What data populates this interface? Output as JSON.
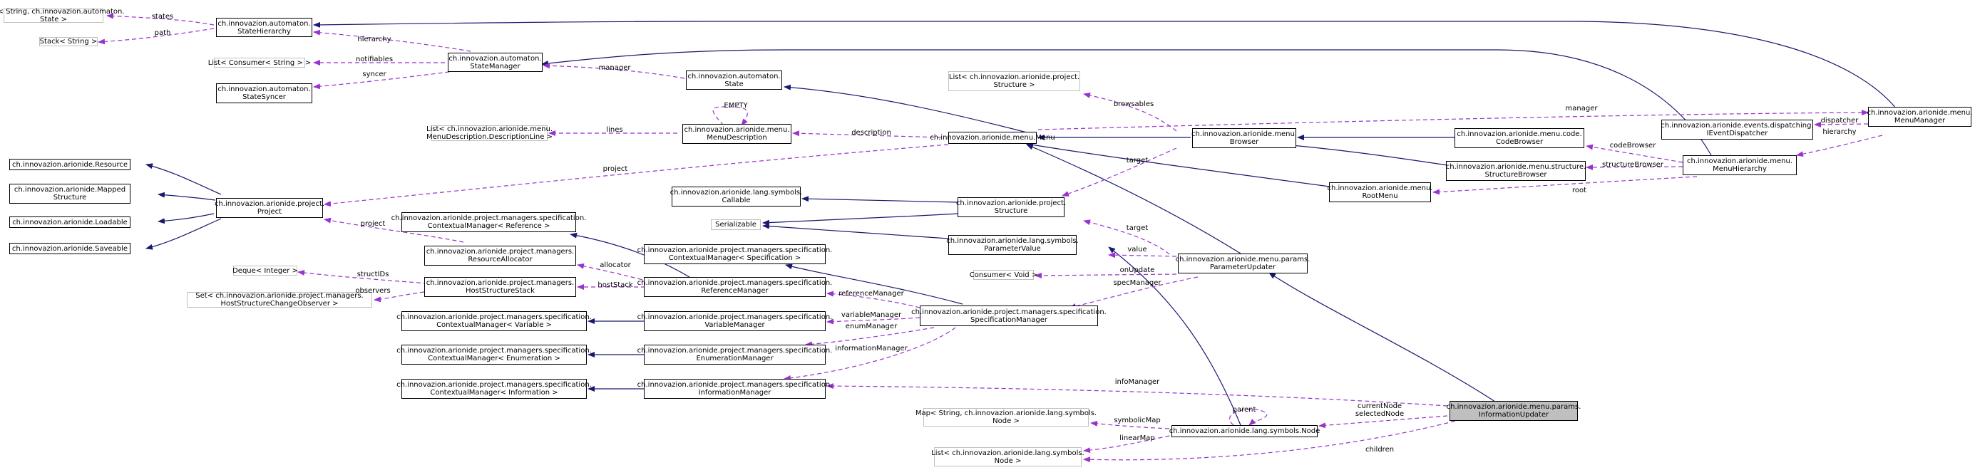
{
  "colors": {
    "inheritance": "#191970",
    "usage": "#9a32cd",
    "focus_fill": "#bfbfbf"
  },
  "nodes": {
    "n_map_state": {
      "lines": [
        "Map< String, ch.innovazion.automaton.",
        "State >"
      ]
    },
    "n_stack_string": {
      "lines": [
        "Stack< String >"
      ]
    },
    "n_statehierarchy": {
      "lines": [
        "ch.innovazion.automaton.",
        "StateHierarchy"
      ]
    },
    "n_list_consumer": {
      "lines": [
        "List< Consumer< String > >"
      ]
    },
    "n_statemanager": {
      "lines": [
        "ch.innovazion.automaton.",
        "StateManager"
      ]
    },
    "n_statesyncer": {
      "lines": [
        "ch.innovazion.automaton.",
        "StateSyncer"
      ]
    },
    "n_state": {
      "lines": [
        "ch.innovazion.automaton.",
        "State"
      ]
    },
    "n_menudesc": {
      "lines": [
        "ch.innovazion.arionide.menu.",
        "MenuDescription"
      ]
    },
    "n_list_descline": {
      "lines": [
        "List< ch.innovazion.arionide.menu.",
        "MenuDescription.DescriptionLine >"
      ]
    },
    "n_list_structure": {
      "lines": [
        "List< ch.innovazion.arionide.project.",
        "Structure >"
      ]
    },
    "n_menu": {
      "lines": [
        "ch.innovazion.arionide.menu.Menu"
      ]
    },
    "n_browser": {
      "lines": [
        "ch.innovazion.arionide.menu.",
        "Browser"
      ]
    },
    "n_codebrowser": {
      "lines": [
        "ch.innovazion.arionide.menu.code.",
        "CodeBrowser"
      ]
    },
    "n_structbrowser": {
      "lines": [
        "ch.innovazion.arionide.menu.structure.",
        "StructureBrowser"
      ]
    },
    "n_rootmenu": {
      "lines": [
        "ch.innovazion.arionide.menu.",
        "RootMenu"
      ]
    },
    "n_ieventdispatcher": {
      "lines": [
        "ch.innovazion.arionide.events.dispatching.",
        "IEventDispatcher"
      ]
    },
    "n_menumanager": {
      "lines": [
        "ch.innovazion.arionide.menu.",
        "MenuManager"
      ]
    },
    "n_menuhierarchy": {
      "lines": [
        "ch.innovazion.arionide.menu.",
        "MenuHierarchy"
      ]
    },
    "n_resource": {
      "lines": [
        "ch.innovazion.arionide.Resource"
      ]
    },
    "n_mapped": {
      "lines": [
        "ch.innovazion.arionide.Mapped",
        "Structure"
      ]
    },
    "n_loadable": {
      "lines": [
        "ch.innovazion.arionide.Loadable"
      ]
    },
    "n_saveable": {
      "lines": [
        "ch.innovazion.arionide.Saveable"
      ]
    },
    "n_project": {
      "lines": [
        "ch.innovazion.arionide.project.",
        "Project"
      ]
    },
    "n_callable": {
      "lines": [
        "ch.innovazion.arionide.lang.symbols.",
        "Callable"
      ]
    },
    "n_serializable": {
      "lines": [
        "Serializable"
      ]
    },
    "n_structure": {
      "lines": [
        "ch.innovazion.arionide.project.",
        "Structure"
      ]
    },
    "n_cm_reference": {
      "lines": [
        "ch.innovazion.arionide.project.managers.specification.",
        "ContextualManager< Reference >"
      ]
    },
    "n_resourceallocator": {
      "lines": [
        "ch.innovazion.arionide.project.managers.",
        "ResourceAllocator"
      ]
    },
    "n_cm_specification": {
      "lines": [
        "ch.innovazion.arionide.project.managers.specification.",
        "ContextualManager< Specification >"
      ]
    },
    "n_parametervalue": {
      "lines": [
        "ch.innovazion.arionide.lang.symbols.",
        "ParameterValue"
      ]
    },
    "n_parameterupdater": {
      "lines": [
        "ch.innovazion.arionide.menu.params.",
        "ParameterUpdater"
      ]
    },
    "n_deque_integer": {
      "lines": [
        "Deque< Integer >"
      ]
    },
    "n_consumer_void": {
      "lines": [
        "Consumer< Void >"
      ]
    },
    "n_hoststructurestack": {
      "lines": [
        "ch.innovazion.arionide.project.managers.",
        "HostStructureStack"
      ]
    },
    "n_referencemanager": {
      "lines": [
        "ch.innovazion.arionide.project.managers.specification.",
        "ReferenceManager"
      ]
    },
    "n_set_observer": {
      "lines": [
        "Set< ch.innovazion.arionide.project.managers.",
        "HostStructureChangeObserver >"
      ]
    },
    "n_specificationmanager": {
      "lines": [
        "ch.innovazion.arionide.project.managers.specification.",
        "SpecificationManager"
      ]
    },
    "n_cm_variable": {
      "lines": [
        "ch.innovazion.arionide.project.managers.specification.",
        "ContextualManager< Variable >"
      ]
    },
    "n_variablemanager": {
      "lines": [
        "ch.innovazion.arionide.project.managers.specification.",
        "VariableManager"
      ]
    },
    "n_cm_enumeration": {
      "lines": [
        "ch.innovazion.arionide.project.managers.specification.",
        "ContextualManager< Enumeration >"
      ]
    },
    "n_enumerationmanager": {
      "lines": [
        "ch.innovazion.arionide.project.managers.specification.",
        "EnumerationManager"
      ]
    },
    "n_cm_information": {
      "lines": [
        "ch.innovazion.arionide.project.managers.specification.",
        "ContextualManager< Information >"
      ]
    },
    "n_informationmanager": {
      "lines": [
        "ch.innovazion.arionide.project.managers.specification.",
        "InformationManager"
      ]
    },
    "n_informationupdater": {
      "lines": [
        "ch.innovazion.arionide.menu.params.",
        "InformationUpdater"
      ]
    },
    "n_map_node": {
      "lines": [
        "Map< String, ch.innovazion.arionide.lang.symbols.",
        "Node >"
      ]
    },
    "n_node": {
      "lines": [
        "ch.innovazion.arionide.lang.symbols.Node"
      ]
    },
    "n_list_node": {
      "lines": [
        "List< ch.innovazion.arionide.lang.symbols.",
        "Node >"
      ]
    }
  },
  "edge_labels": {
    "states": "states",
    "path": "path",
    "hierarchy1": "hierarchy",
    "notifiables": "notifiables",
    "syncer": "syncer",
    "manager1": "manager",
    "empty": "EMPTY",
    "lines": "lines",
    "description": "description",
    "browsables": "browsables",
    "manager2": "manager",
    "dispatcher": "dispatcher",
    "hierarchy2": "hierarchy",
    "codebrowser": "codeBrowser",
    "structurebrowser": "structureBrowser",
    "root": "root",
    "project1": "project",
    "target1": "target",
    "project2": "project",
    "target2": "target",
    "value": "value",
    "allocator": "allocator",
    "structids": "structIDs",
    "hoststack": "hostStack",
    "observers": "observers",
    "onupdate": "onUpdate",
    "specmanager": "specManager",
    "referencemanager": "referenceManager",
    "variablemanager": "variableManager",
    "enummanager": "enumManager",
    "informationmanager": "informationManager",
    "infomanager": "infoManager",
    "parent": "parent",
    "currentnode": "currentNode",
    "selectednode": "selectedNode",
    "symbolicmap": "symbolicMap",
    "linearmap": "linearMap",
    "children": "children"
  }
}
